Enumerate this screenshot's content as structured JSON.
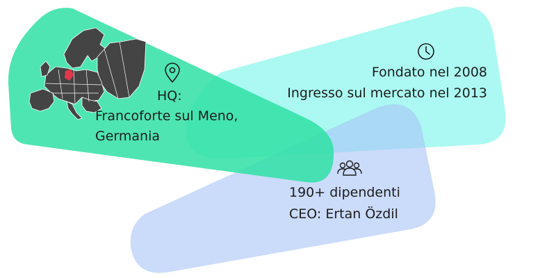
{
  "hq": {
    "label": "HQ:",
    "city": "Francoforte sul Meno,",
    "country": "Germania",
    "icon": "map-pin-icon",
    "map": "europe-map"
  },
  "founded": {
    "year_text": "Fondato nel 2008",
    "market_text": "Ingresso sul mercato nel 2013",
    "icon": "clock-icon"
  },
  "team": {
    "employees_text": "190+ dipendenti",
    "ceo_text": "CEO: Ertan Özdil",
    "icon": "people-group-icon"
  },
  "colors": {
    "green_shape": "#2fe0a4",
    "cyan_shape": "#8ff7ee",
    "blue_shape": "#a9c3f7",
    "map_fill": "#444444",
    "map_highlight": "#e2374b"
  }
}
